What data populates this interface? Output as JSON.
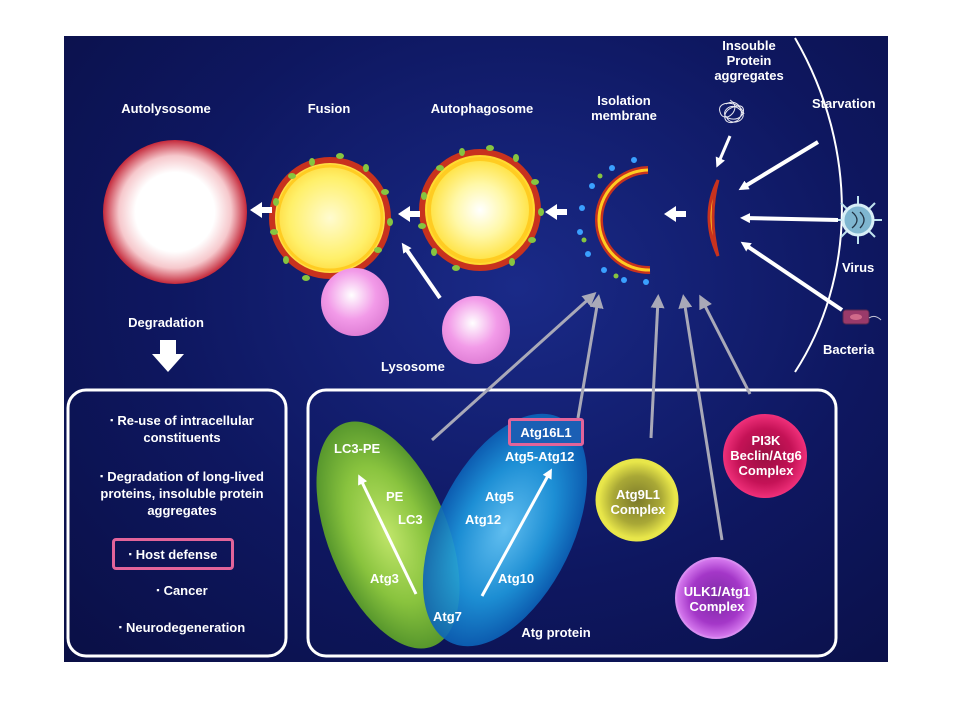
{
  "stages": {
    "autolysosome": "Autolysosome",
    "fusion": "Fusion",
    "autophagosome": "Autophagosome",
    "isolation_membrane": [
      "Isolation",
      "membrane"
    ],
    "insoluble": [
      "Insouble",
      "Protein",
      "aggregates"
    ]
  },
  "triggers": {
    "starvation": "Starvation",
    "virus": "Virus",
    "bacteria": "Bacteria"
  },
  "labels": {
    "lysosome": "Lysosome",
    "degradation": "Degradation",
    "atg_protein": "Atg protein"
  },
  "functions": {
    "reuse": [
      "Re-use of  intracellular",
      "constituents"
    ],
    "degradation": [
      "Degradation of long-lived",
      "proteins, insoluble protein",
      "aggregates"
    ],
    "host_defense": "Host defense",
    "cancer": "Cancer",
    "neuro": "Neurodegeneration"
  },
  "pathway": {
    "lc3pe": "LC3-PE",
    "pe": "PE",
    "lc3": "LC3",
    "atg3": "Atg3",
    "atg7": "Atg7",
    "atg16l1": "Atg16L1",
    "atg5_atg12": "Atg5-Atg12",
    "atg5": "Atg5",
    "atg12": "Atg12",
    "atg10": "Atg10"
  },
  "complexes": {
    "atg9l1": [
      "Atg9L1",
      "Complex"
    ],
    "pi3k": [
      "PI3K",
      "Beclin/Atg6",
      "Complex"
    ],
    "ulk1": [
      "ULK1/Atg1",
      "Complex"
    ]
  },
  "colors": {
    "background": "#0e1760",
    "green_ellipse": "#7fc241",
    "blue_ellipse": "#1e9be0",
    "atg9l1": "#d8d83a",
    "pi3k": "#d0125e",
    "ulk1": "#b23bd6",
    "highlight": "#e2649a"
  }
}
